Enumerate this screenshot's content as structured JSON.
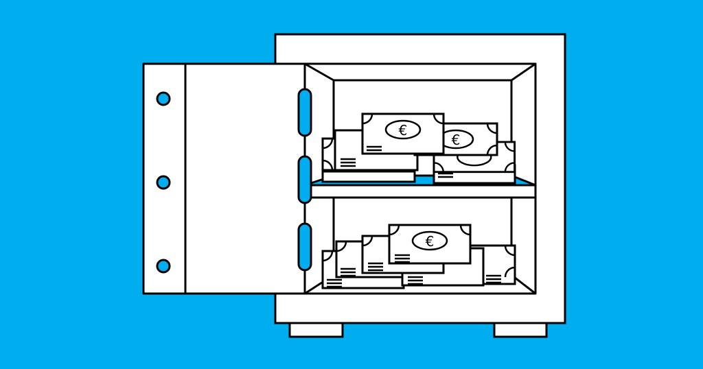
{
  "illustration": {
    "subject": "open-safe-with-euro-banknotes",
    "currency_symbol": "€",
    "colors": {
      "background": "#00AEEF",
      "outline": "#000000",
      "fill": "#FFFFFF",
      "accent": "#00AEEF"
    },
    "door": {
      "hinge_bolts": 3,
      "handle_slots": 3
    },
    "cabinet": {
      "shelves": 2,
      "feet": 2
    },
    "banknotes": {
      "upper_shelf": {
        "stacks": 3,
        "symbols_visible": 2
      },
      "lower_shelf": {
        "stacks": 4,
        "symbols_visible": 1
      }
    }
  }
}
